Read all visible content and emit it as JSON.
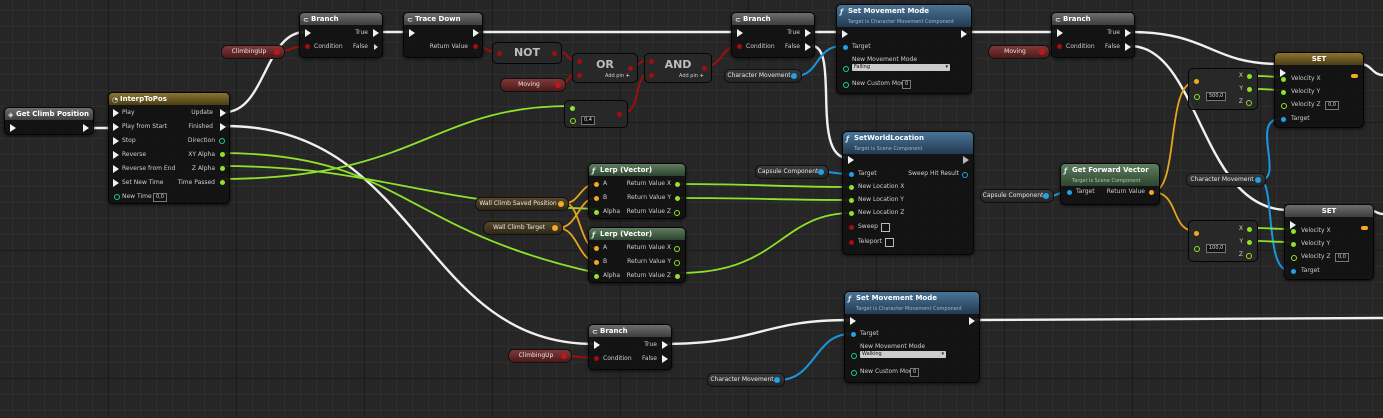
{
  "get_climb_position": {
    "title": "Get Climb Position"
  },
  "interp": {
    "title": "InterpToPos",
    "inputs": [
      "Play",
      "Play from Start",
      "Stop",
      "Reverse",
      "Reverse from End",
      "Set New Time",
      "New Time"
    ],
    "outputs": [
      "Update",
      "Finished",
      "Direction",
      "XY Alpha",
      "Z Alpha",
      "Time Passed"
    ],
    "new_time_value": "0,0"
  },
  "branch1": {
    "title": "Branch",
    "condition": "Condition",
    "true": "True",
    "false": "False"
  },
  "branch2": {
    "title": "Branch",
    "condition": "Condition",
    "true": "True",
    "false": "False"
  },
  "branch3": {
    "title": "Branch",
    "condition": "Condition",
    "true": "True",
    "false": "False"
  },
  "branch4": {
    "title": "Branch",
    "condition": "Condition",
    "true": "True",
    "false": "False"
  },
  "trace_down": {
    "title": "Trace Down",
    "return_value": "Return Value"
  },
  "ops": {
    "not": "NOT",
    "or": "OR",
    "and": "AND",
    "addpin": "Add pin",
    "addpin_icon": "+"
  },
  "variables": {
    "climbing_up_1": "ClimbingUp",
    "climbing_up_2": "ClimbingUp",
    "moving_1": "Moving",
    "moving_2": "Moving",
    "character_movement_1": "Character Movement",
    "character_movement_2": "Character Movement",
    "character_movement_3": "Character Movement",
    "capsule_component_1": "Capsule Component",
    "capsule_component_2": "Capsule Component",
    "wall_climb_saved_position": "Wall Climb Saved Position",
    "wall_climb_target": "Wall Climb Target"
  },
  "multiply_small": {
    "value": "0,4"
  },
  "set_movement_mode_1": {
    "title": "Set Movement Mode",
    "subtitle": "Target is Character Movement Component",
    "target": "Target",
    "mode_label": "New Movement Mode",
    "mode_value": "Falling",
    "custom_label": "New Custom Mode",
    "custom_value": "0"
  },
  "set_movement_mode_2": {
    "title": "Set Movement Mode",
    "subtitle": "Target is Character Movement Component",
    "target": "Target",
    "mode_label": "New Movement Mode",
    "mode_value": "Walking",
    "custom_label": "New Custom Mode",
    "custom_value": "0"
  },
  "set_world_location": {
    "title": "SetWorldLocation",
    "subtitle": "Target is Scene Component",
    "target": "Target",
    "sweep_hit": "Sweep Hit Result",
    "loc_x": "New Location X",
    "loc_y": "New Location Y",
    "loc_z": "New Location Z",
    "sweep": "Sweep",
    "teleport": "Teleport"
  },
  "lerp1": {
    "title": "Lerp (Vector)",
    "a": "A",
    "b": "B",
    "alpha": "Alpha",
    "rx": "Return Value X",
    "ry": "Return Value Y",
    "rz": "Return Value Z"
  },
  "lerp2": {
    "title": "Lerp (Vector)",
    "a": "A",
    "b": "B",
    "alpha": "Alpha",
    "rx": "Return Value X",
    "ry": "Return Value Y",
    "rz": "Return Value Z"
  },
  "get_forward_vector": {
    "title": "Get Forward Vector",
    "subtitle": "Target is Scene Component",
    "target": "Target",
    "return_value": "Return Value"
  },
  "mult1": {
    "value": "500,0",
    "x": "X",
    "y": "Y",
    "z": "Z"
  },
  "mult2": {
    "value": "100,0",
    "x": "X",
    "y": "Y",
    "z": "Z"
  },
  "set1": {
    "title": "SET",
    "vx": "Velocity X",
    "vy": "Velocity Y",
    "vz": "Velocity Z",
    "vz_value": "0,0",
    "target": "Target"
  },
  "set2": {
    "title": "SET",
    "vx": "Velocity X",
    "vy": "Velocity Y",
    "vz": "Velocity Z",
    "vz_value": "0,0",
    "target": "Target"
  },
  "colors": {
    "exec": "#f2f2f2",
    "bool": "#a20f0f",
    "object": "#22a0e8",
    "float": "#8fe22b",
    "vector": "#f2aa1e"
  }
}
